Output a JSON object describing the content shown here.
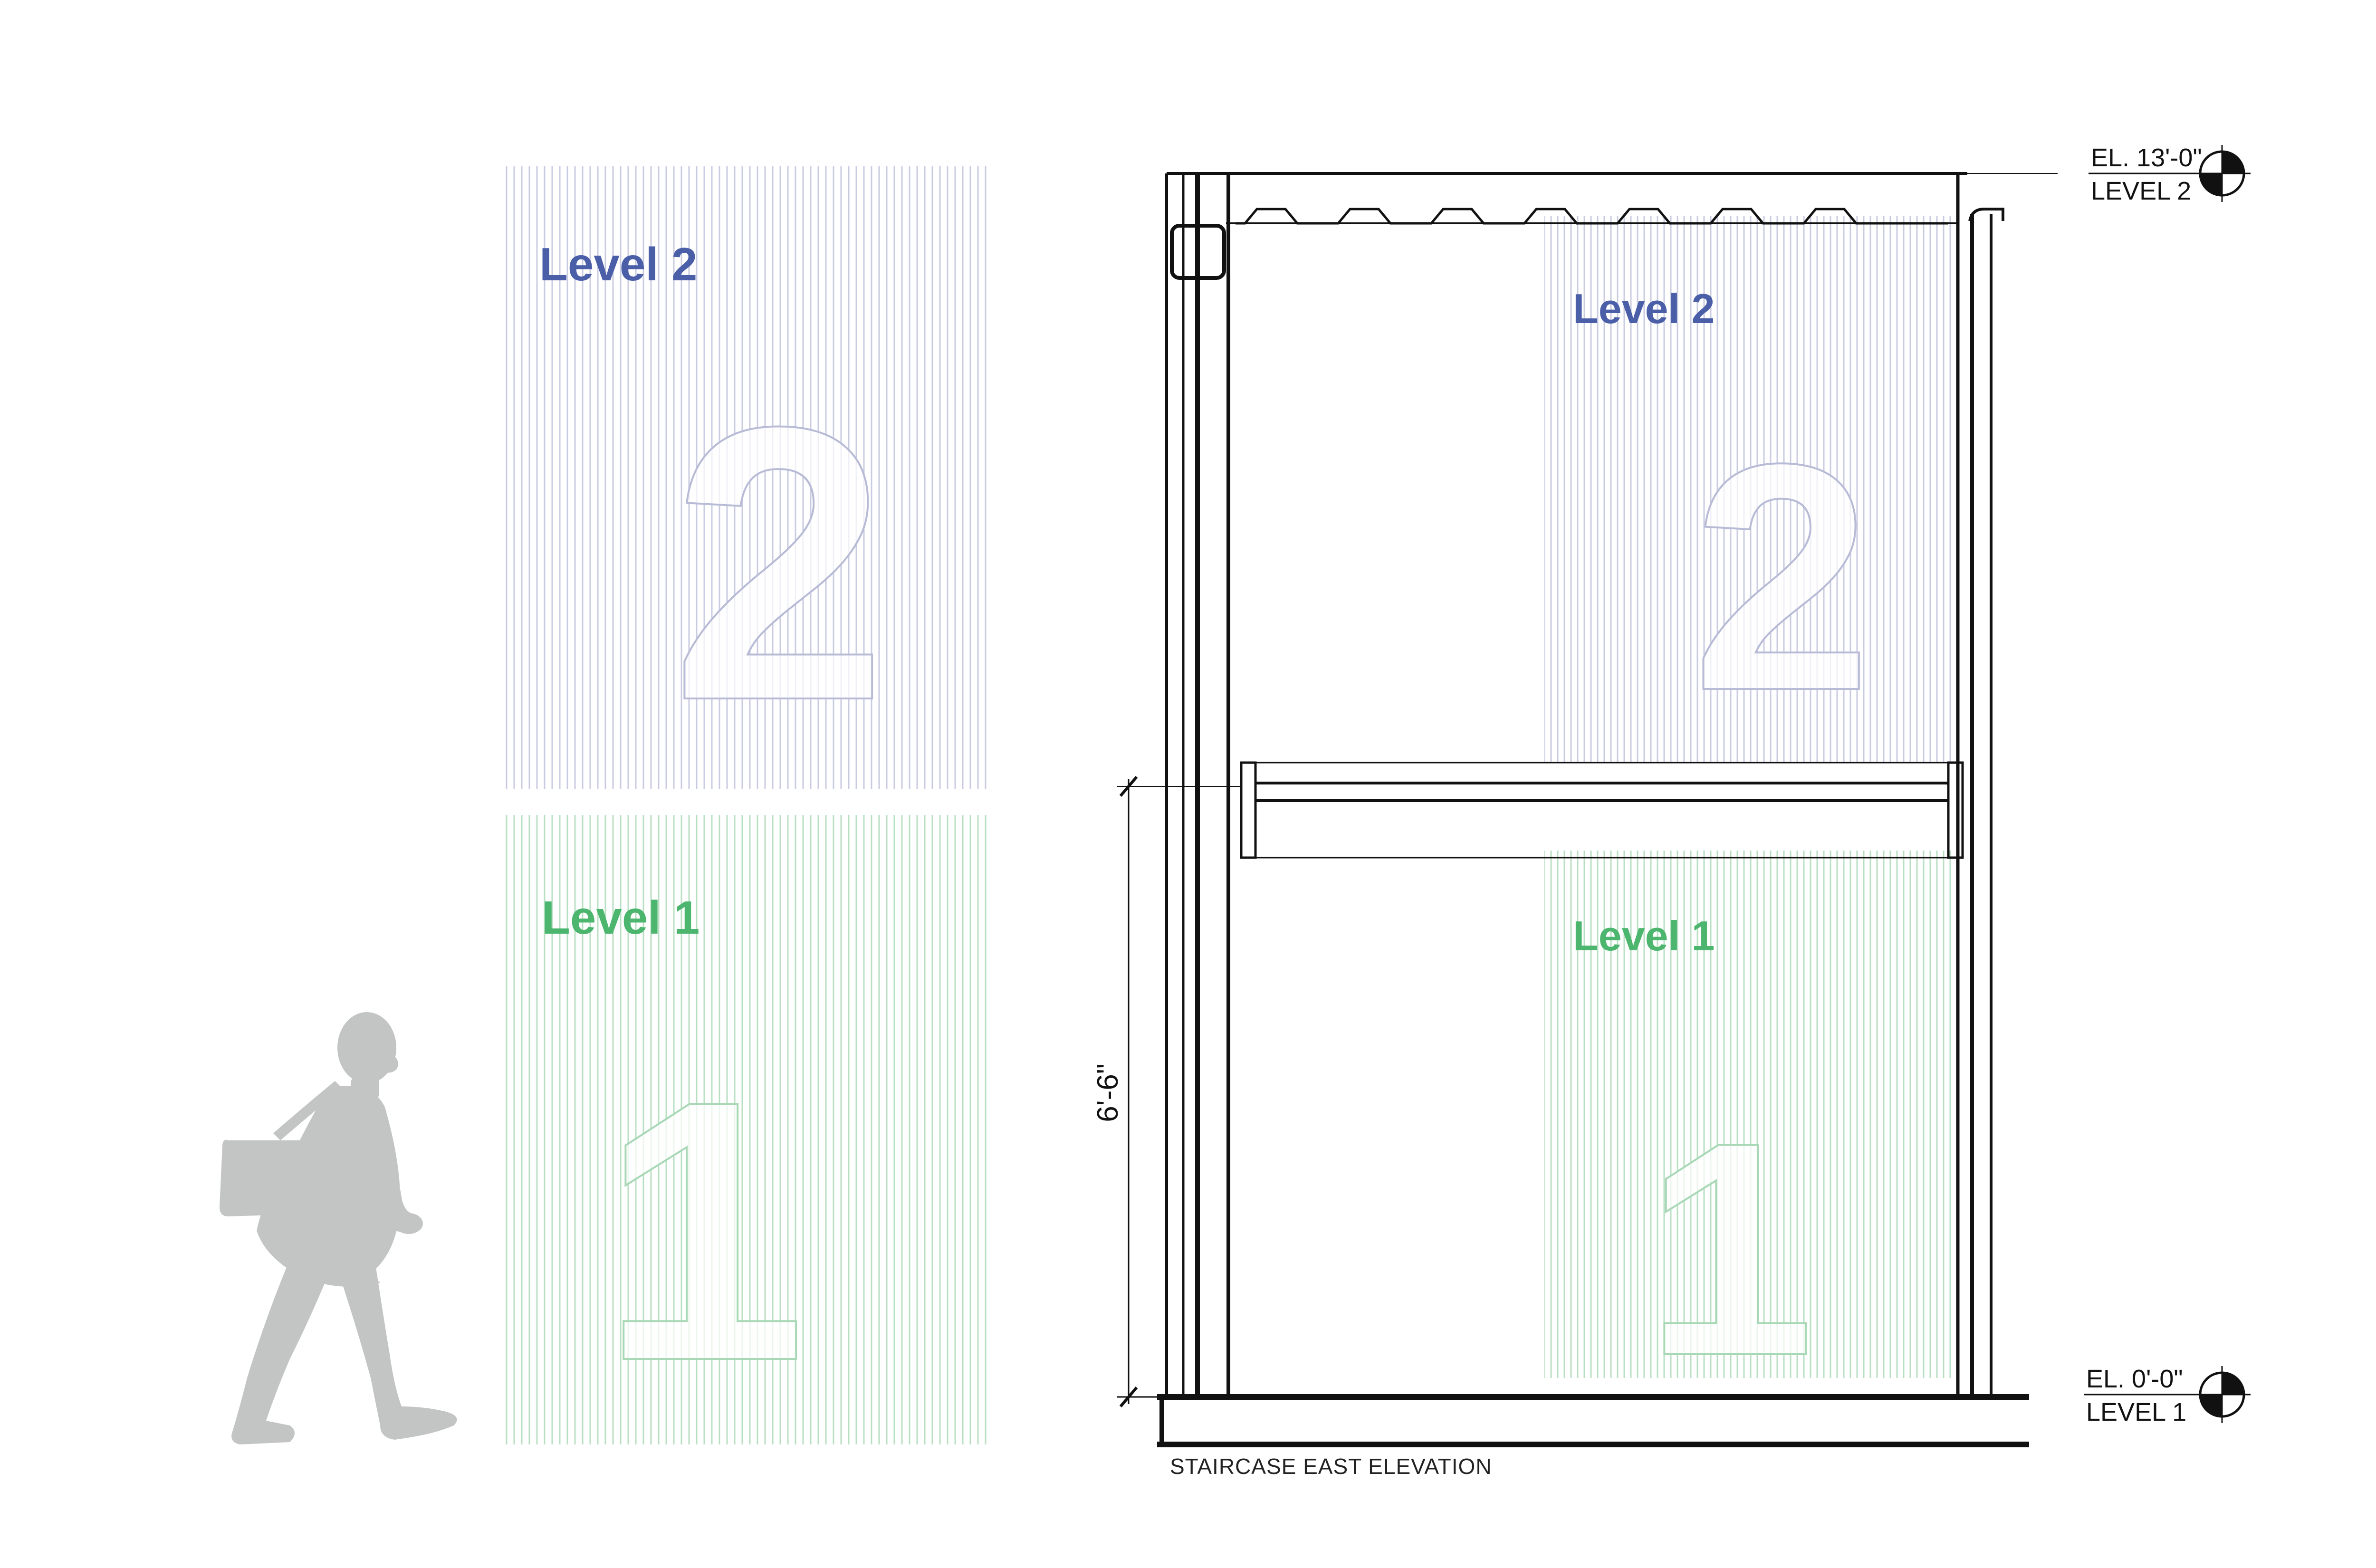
{
  "colors": {
    "level2": "#4a5fa8",
    "level2_stripe": "#c9cbe0",
    "level1": "#4cb56e",
    "level1_stripe": "#b9dfc3",
    "ink": "#111111",
    "figure": "#c3c4c4"
  },
  "panel": {
    "level2_label": "Level 2",
    "level1_label": "Level 1",
    "level2_numeral": "2",
    "level1_numeral": "1"
  },
  "elevation": {
    "level2_label": "Level 2",
    "level1_label": "Level 1",
    "level2_numeral": "2",
    "level1_numeral": "1",
    "dimension": "6'-6\"",
    "caption": "STAIRCASE EAST ELEVATION"
  },
  "markers": [
    {
      "elevation": "EL. 13'-0\"",
      "level": "LEVEL 2"
    },
    {
      "elevation": "EL. 0'-0\"",
      "level": "LEVEL 1"
    }
  ],
  "icons": {
    "figure": "person-walking-with-bag-icon",
    "marker": "elevation-datum-icon"
  }
}
